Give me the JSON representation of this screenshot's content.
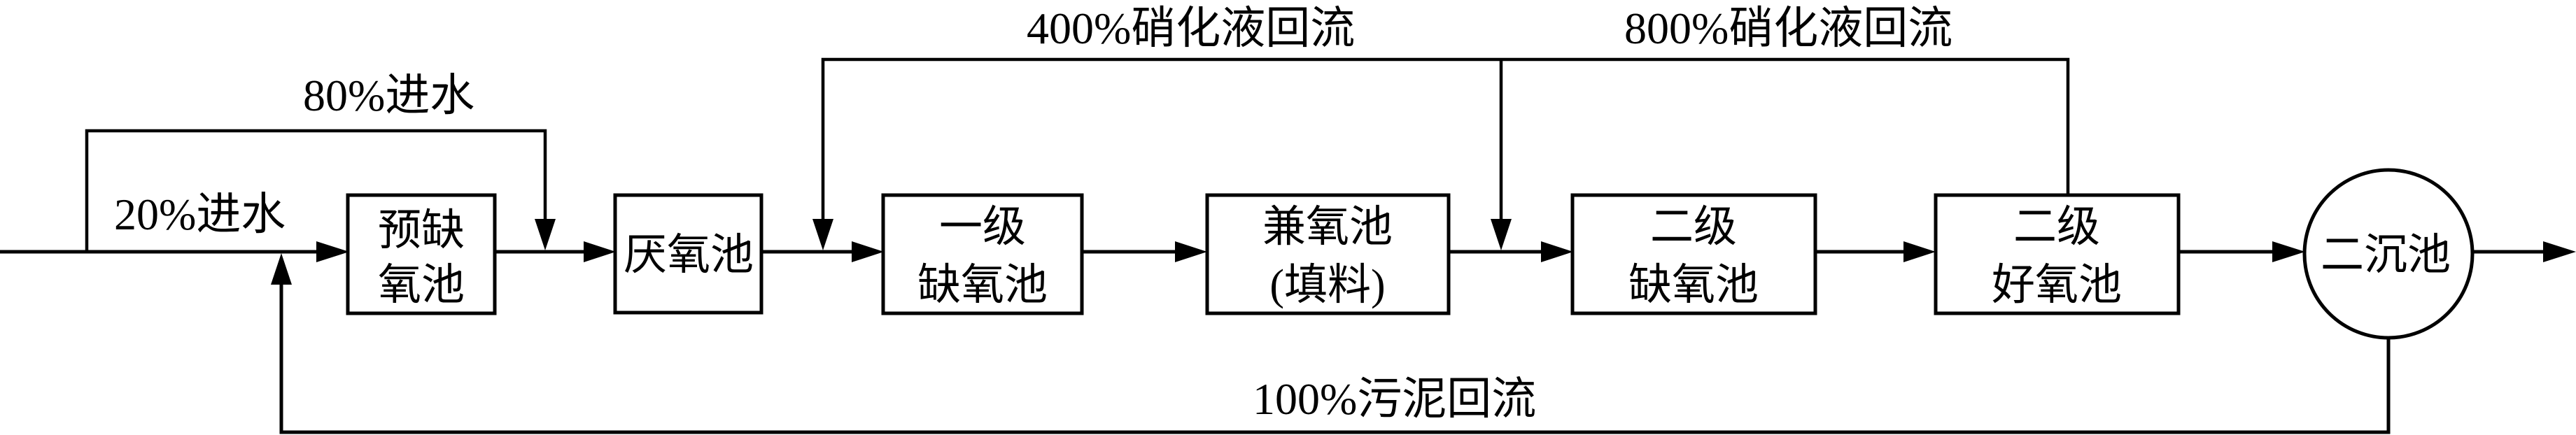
{
  "diagram": {
    "type": "process-flow",
    "units": [
      {
        "id": "pre-anoxic",
        "lines": [
          "预缺",
          "氧池"
        ]
      },
      {
        "id": "anaerobic",
        "lines": [
          "厌氧池"
        ]
      },
      {
        "id": "anoxic-1",
        "lines": [
          "一级",
          "缺氧池"
        ]
      },
      {
        "id": "facultative",
        "lines": [
          "兼氧池",
          "(填料)"
        ]
      },
      {
        "id": "anoxic-2",
        "lines": [
          "二级",
          "缺氧池"
        ]
      },
      {
        "id": "aerobic-2",
        "lines": [
          "二级",
          "好氧池"
        ]
      },
      {
        "id": "secondary-clarifier",
        "lines": [
          "二沉池"
        ]
      }
    ],
    "flows": {
      "influent_20": "20%进水",
      "influent_80": "80%进水",
      "nitrate_recycle_400": "400%硝化液回流",
      "nitrate_recycle_800": "800%硝化液回流",
      "sludge_return_100": "100%污泥回流"
    },
    "connections": [
      {
        "from": "inlet",
        "to": "pre-anoxic",
        "label": "20%进水"
      },
      {
        "from": "inlet",
        "to": "anaerobic",
        "label": "80%进水"
      },
      {
        "from": "pre-anoxic",
        "to": "anaerobic"
      },
      {
        "from": "anaerobic",
        "to": "anoxic-1"
      },
      {
        "from": "anoxic-1",
        "to": "facultative"
      },
      {
        "from": "facultative",
        "to": "anoxic-2"
      },
      {
        "from": "anoxic-2",
        "to": "aerobic-2"
      },
      {
        "from": "aerobic-2",
        "to": "secondary-clarifier"
      },
      {
        "from": "secondary-clarifier",
        "to": "outlet"
      },
      {
        "from": "aerobic-2",
        "to": "anoxic-1",
        "label": "400%硝化液回流"
      },
      {
        "from": "aerobic-2",
        "to": "anoxic-2",
        "label": "800%硝化液回流"
      },
      {
        "from": "secondary-clarifier",
        "to": "pre-anoxic",
        "label": "100%污泥回流"
      }
    ]
  }
}
